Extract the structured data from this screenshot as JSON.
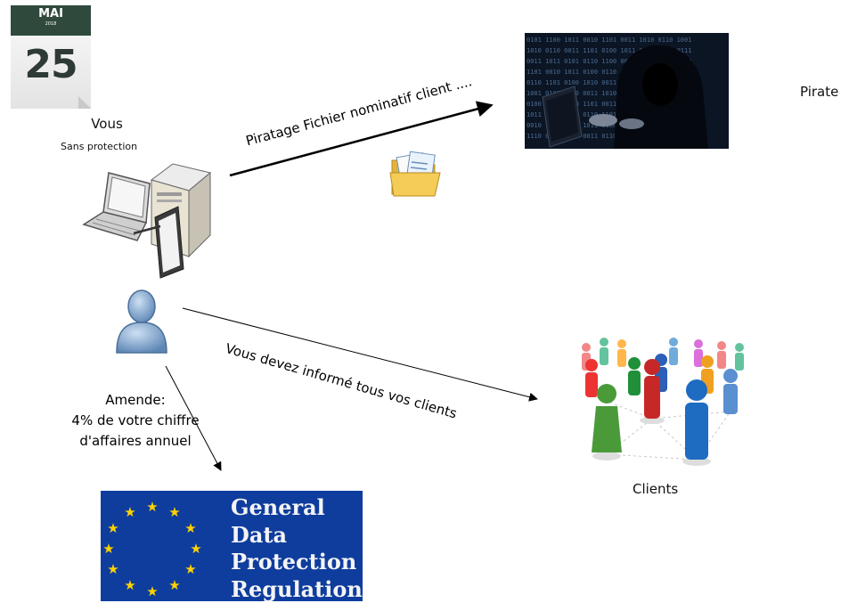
{
  "calendar": {
    "month": "MAI",
    "year": "2018",
    "day": "25"
  },
  "vous": {
    "label": "Vous",
    "status": "Sans protection"
  },
  "arrow_labels": {
    "piratage": "Piratage Fichier nominatif client ....",
    "informe": "Vous devez informé tous vos clients"
  },
  "pirate": {
    "label": "Pirate"
  },
  "clients": {
    "label": "Clients"
  },
  "amende": {
    "line1": "Amende:",
    "line2": "4% de votre chiffre",
    "line3": "d'affaires annuel"
  },
  "gdpr": {
    "line1": "General",
    "line2": "Data",
    "line3": "Protection",
    "line4": "Regulation"
  },
  "colors": {
    "gdpr_blue": "#0f3d9e",
    "gdpr_star": "#ffd200",
    "calendar_header": "#2f4a3d",
    "user_icon": "#7fa6cf"
  },
  "icons": [
    "calendar-icon",
    "computer-devices-icon",
    "user-icon",
    "folder-documents-icon",
    "hacker-image",
    "clients-network-image",
    "eu-flag-stars-icon"
  ]
}
